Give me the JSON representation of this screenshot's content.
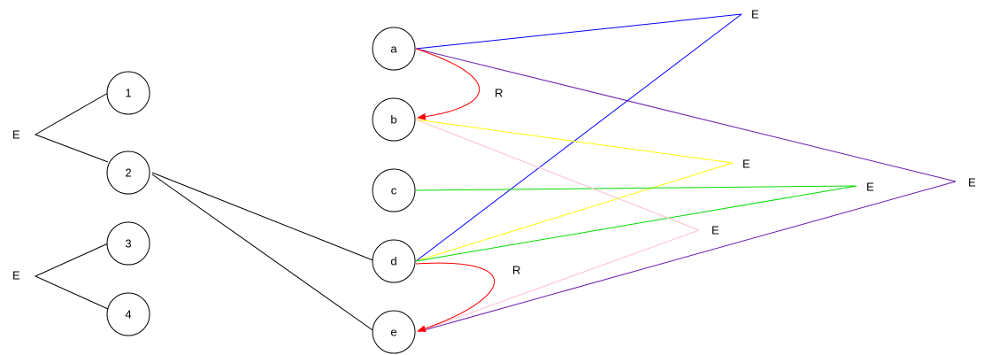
{
  "nodes": {
    "n1": {
      "label": "1"
    },
    "n2": {
      "label": "2"
    },
    "n3": {
      "label": "3"
    },
    "n4": {
      "label": "4"
    },
    "a": {
      "label": "a"
    },
    "b": {
      "label": "b"
    },
    "c": {
      "label": "c"
    },
    "d": {
      "label": "d"
    },
    "e": {
      "label": "e"
    }
  },
  "labels": {
    "e_group_top": "E",
    "e_group_bottom": "E",
    "e_top_right": "E",
    "e_yellow": "E",
    "e_green": "E",
    "e_pink": "E",
    "e_purple": "E",
    "r_ab": "R",
    "r_de": "R"
  },
  "colors": {
    "black": "#000000",
    "blue": "#0000ff",
    "purple": "#6a1bb0",
    "yellow": "#ffff00",
    "green": "#00dd00",
    "pink": "#ffc0cb",
    "red": "#ff0000"
  }
}
